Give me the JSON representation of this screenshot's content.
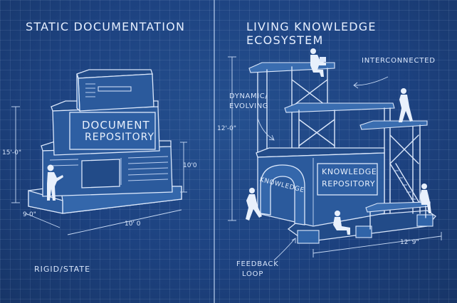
{
  "left": {
    "title": "STATIC DOCUMENTATION",
    "sign_line1": "DOCUMENT",
    "sign_line2": "REPOSITORY",
    "dim_height": "15'-0\"",
    "dim_right": "10'0",
    "dim_bottom": "10' 0",
    "dim_left": "9-0\"",
    "caption": "RIGID/STATE"
  },
  "right": {
    "title": "LIVING KNOWLEDGE ECOSYSTEM",
    "label_interconnected": "INTERCONNECTED",
    "label_dynamic_1": "DYNAMIC/",
    "label_dynamic_2": "EVOLVING",
    "dim_height": "12'-0\"",
    "arch_label": "KNOWLEDGE",
    "sign_line1": "KNOWLEDGE",
    "sign_line2": "REPOSITORY",
    "label_feedback_1": "FEEDBACK",
    "label_feedback_2": "LOOP",
    "dim_bottom": "12' 9\""
  },
  "colors": {
    "background": "#1d4280",
    "line": "#dce8fb",
    "text": "#e6efff"
  }
}
